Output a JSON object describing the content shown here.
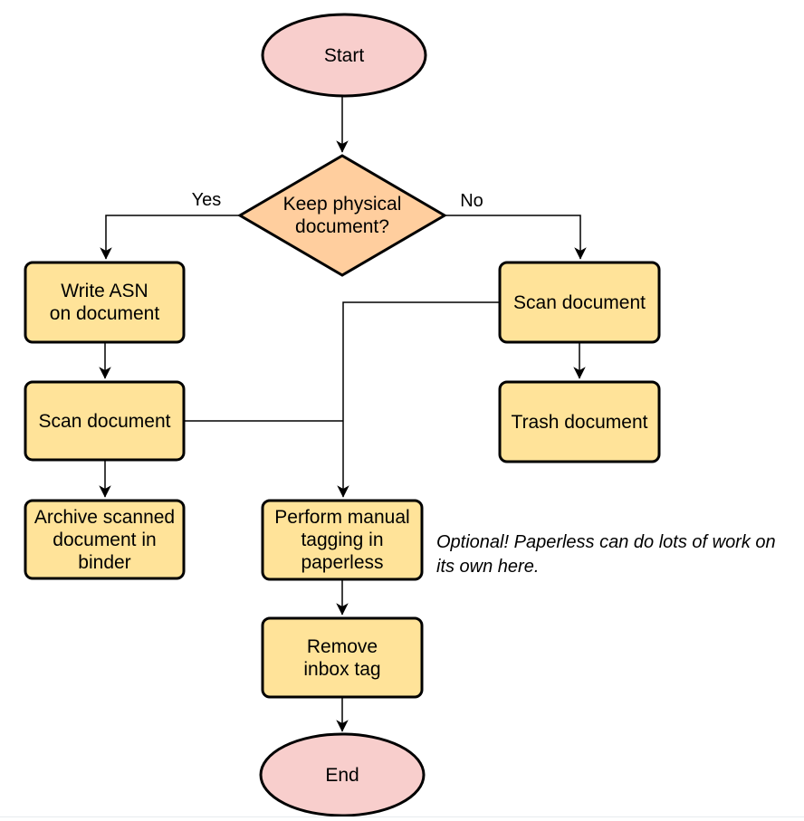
{
  "colors": {
    "terminal_fill": "#f8cecc",
    "decision_fill": "#ffce9e",
    "process_fill": "#ffe399",
    "stroke": "#000000",
    "hairline": "#e8ebee"
  },
  "nodes": {
    "start": {
      "label": "Start",
      "type": "terminal"
    },
    "decision": {
      "label": "Keep physical\ndocument?",
      "type": "decision"
    },
    "write_asn": {
      "label": "Write ASN\non document",
      "type": "process"
    },
    "scan_left": {
      "label": "Scan document",
      "type": "process"
    },
    "archive": {
      "label": "Archive scanned\ndocument in\nbinder",
      "type": "process"
    },
    "scan_right": {
      "label": "Scan document",
      "type": "process"
    },
    "trash": {
      "label": "Trash document",
      "type": "process"
    },
    "tagging": {
      "label": "Perform manual\ntagging in\npaperless",
      "type": "process"
    },
    "remove_inbox": {
      "label": "Remove\ninbox tag",
      "type": "process"
    },
    "end": {
      "label": "End",
      "type": "terminal"
    }
  },
  "branch_labels": {
    "yes": "Yes",
    "no": "No"
  },
  "annotation": {
    "text": "Optional! Paperless can do lots of work on\nits own here."
  }
}
